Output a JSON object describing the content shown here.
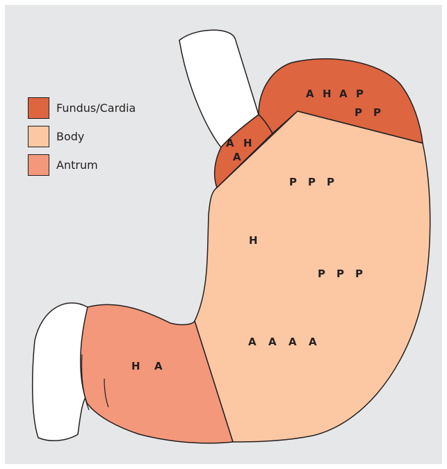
{
  "colors": {
    "background": "#e6e7e8",
    "fundus_cardia": "#dd6540",
    "body": "#fbc8a3",
    "antrum": "#f3987b",
    "outline": "#231f20",
    "tube": "#ffffff"
  },
  "legend": [
    {
      "key": "fundus_cardia",
      "label": "Fundus/Cardia",
      "color": "#dd6540"
    },
    {
      "key": "body",
      "label": "Body",
      "color": "#fbc8a3"
    },
    {
      "key": "antrum",
      "label": "Antrum",
      "color": "#f3987b"
    }
  ],
  "regions": {
    "cardia": {
      "labels": [
        "A",
        "H",
        "A"
      ]
    },
    "fundus": {
      "labels": [
        "A",
        "H",
        "A",
        "P",
        "P",
        "P"
      ]
    },
    "body": {
      "labels": [
        "P",
        "P",
        "P",
        "H",
        "P",
        "P",
        "P",
        "A",
        "A",
        "A",
        "A"
      ]
    },
    "antrum": {
      "labels": [
        "H",
        "A"
      ]
    }
  }
}
